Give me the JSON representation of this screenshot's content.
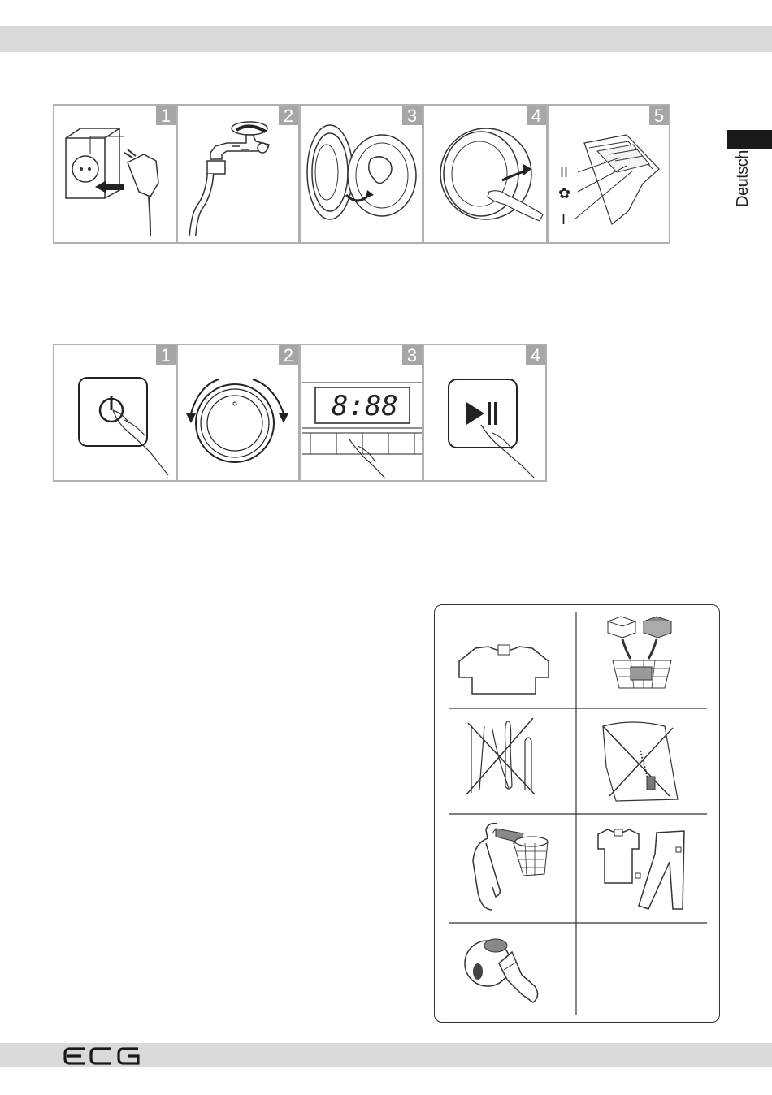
{
  "side_tab": {
    "label": "Deutsch"
  },
  "brand": {
    "logo_text": "ECG"
  },
  "setup_steps": [
    {
      "num": "1",
      "icon": "power-socket-plug-icon"
    },
    {
      "num": "2",
      "icon": "water-tap-hose-icon"
    },
    {
      "num": "3",
      "icon": "open-drum-door-icon"
    },
    {
      "num": "4",
      "icon": "close-door-icon"
    },
    {
      "num": "5",
      "icon": "detergent-drawer-icon"
    }
  ],
  "drawer_labels": {
    "prewash": "II",
    "softener": "✿",
    "main": "I"
  },
  "operate_steps": [
    {
      "num": "1",
      "icon": "power-button-icon"
    },
    {
      "num": "2",
      "icon": "program-dial-icon"
    },
    {
      "num": "3",
      "icon": "display-panel-icon",
      "display": "8:88"
    },
    {
      "num": "4",
      "icon": "start-pause-button-icon"
    }
  ],
  "care_icons": [
    "care-label-shirt-icon",
    "sort-laundry-icon",
    "no-sharp-objects-icon",
    "close-zippers-icon",
    "remove-hooks-icon",
    "turn-inside-out-icon",
    "small-items-bag-icon"
  ],
  "colors": {
    "bar": "#d9d9d9",
    "number_box": "#a6a6a6",
    "panel_border": "#b0b0b0",
    "tab": "#1a1a1a"
  }
}
